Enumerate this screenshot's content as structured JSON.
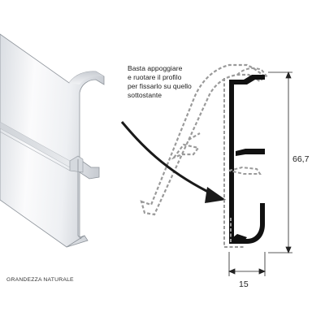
{
  "note": {
    "lines": [
      "Basta appoggiare",
      "e ruotare il profilo",
      "per fissarlo su quello",
      "sottostante"
    ]
  },
  "caption": "GRANDEZZA NATURALE",
  "dimensions": {
    "height": "66,7",
    "width": "15"
  },
  "colors": {
    "profile_outline": "#111111",
    "dashed_outline": "#9a9a9a",
    "arrow": "#1a1a1a",
    "dimension": "#222222"
  },
  "icons": [
    "curved-arrow-icon"
  ]
}
